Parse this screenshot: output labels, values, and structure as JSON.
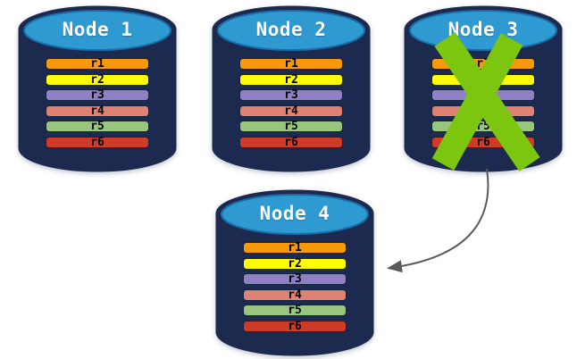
{
  "palette": {
    "cylinder_body": "#1B2A4E",
    "cylinder_top": "#2E9AD1",
    "cylinder_top_border": "#186FA9",
    "failure_x": "#7DC60F",
    "arrow": "#58595B",
    "row_text": "#000000",
    "title_text": "#FFFFFF"
  },
  "nodes": [
    {
      "id": "node-1",
      "label": "Node 1",
      "failed": false,
      "rows": [
        {
          "label": "r1",
          "color": "#F8980B"
        },
        {
          "label": "r2",
          "color": "#FEFE00"
        },
        {
          "label": "r3",
          "color": "#8F80C6"
        },
        {
          "label": "r4",
          "color": "#DE8273"
        },
        {
          "label": "r5",
          "color": "#99C57F"
        },
        {
          "label": "r6",
          "color": "#CE3B27"
        }
      ]
    },
    {
      "id": "node-2",
      "label": "Node 2",
      "failed": false,
      "rows": [
        {
          "label": "r1",
          "color": "#F8980B"
        },
        {
          "label": "r2",
          "color": "#FEFE00"
        },
        {
          "label": "r3",
          "color": "#8F80C6"
        },
        {
          "label": "r4",
          "color": "#DE8273"
        },
        {
          "label": "r5",
          "color": "#99C57F"
        },
        {
          "label": "r6",
          "color": "#CE3B27"
        }
      ]
    },
    {
      "id": "node-3",
      "label": "Node 3",
      "failed": true,
      "rows": [
        {
          "label": "r1",
          "color": "#F8980B"
        },
        {
          "label": "r2",
          "color": "#FEFE00"
        },
        {
          "label": "r3",
          "color": "#8F80C6"
        },
        {
          "label": "r4",
          "color": "#DE8273"
        },
        {
          "label": "r5",
          "color": "#99C57F"
        },
        {
          "label": "r6",
          "color": "#CE3B27"
        }
      ]
    },
    {
      "id": "node-4",
      "label": "Node 4",
      "failed": false,
      "rows": [
        {
          "label": "r1",
          "color": "#F8980B"
        },
        {
          "label": "r2",
          "color": "#FEFE00"
        },
        {
          "label": "r3",
          "color": "#8F80C6"
        },
        {
          "label": "r4",
          "color": "#DE8273"
        },
        {
          "label": "r5",
          "color": "#99C57F"
        },
        {
          "label": "r6",
          "color": "#CE3B27"
        }
      ]
    }
  ],
  "arrow": {
    "from_node": "Node 3",
    "to_node": "Node 4"
  }
}
